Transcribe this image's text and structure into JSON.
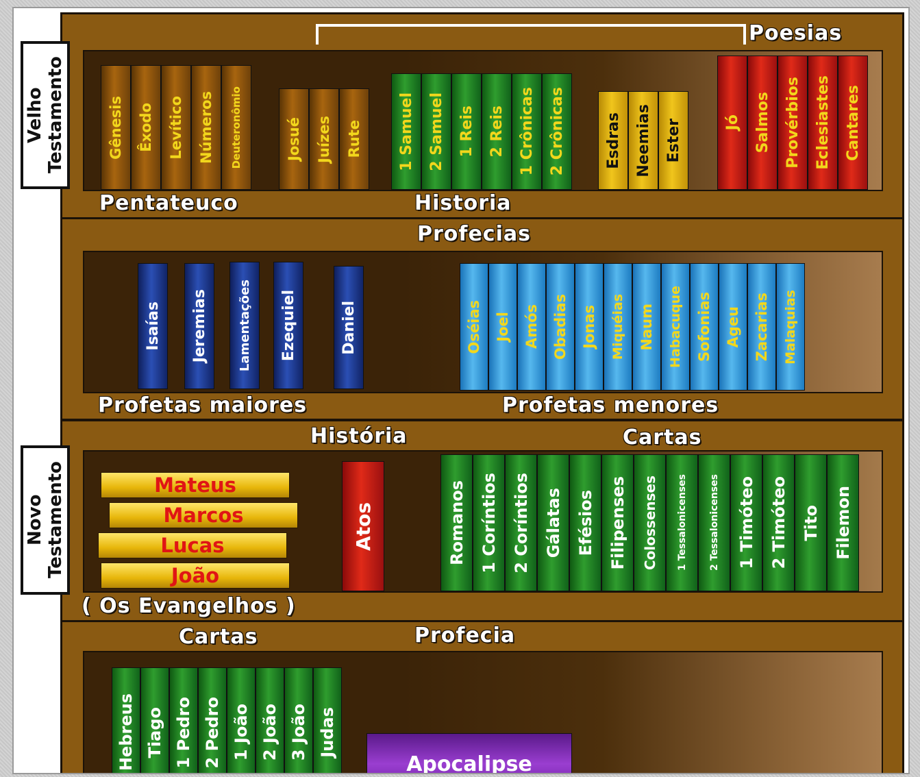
{
  "side_labels": {
    "old": "Velho Testamento",
    "new": "Novo Testamento"
  },
  "shelf1": {
    "label_poesias": "Poesias",
    "label_pentateuco": "Pentateuco",
    "label_historia": "Historia",
    "pentateuco": [
      "Gênesis",
      "Êxodo",
      "Levítico",
      "Números",
      "Deuteronômio"
    ],
    "historia_a": [
      "Josué",
      "Juízes",
      "Rute"
    ],
    "historia_b": [
      "1 Samuel",
      "2 Samuel",
      "1 Reis",
      "2 Reis",
      "1 Crônicas",
      "2 Crônicas"
    ],
    "historia_c": [
      "Esdras",
      "Neemias",
      "Ester"
    ],
    "poesias": [
      "Jó",
      "Salmos",
      "Provérbios",
      "Eclesiastes",
      "Cantares"
    ]
  },
  "shelf2": {
    "label_profecias": "Profecias",
    "label_maiores": "Profetas maiores",
    "label_menores": "Profetas menores",
    "maiores": [
      "Isaías",
      "Jeremias",
      "Lamentações",
      "Ezequiel",
      "Daniel"
    ],
    "menores": [
      "Oséias",
      "Joel",
      "Amós",
      "Obadias",
      "Jonas",
      "Miquéias",
      "Naum",
      "Habacuque",
      "Sofonias",
      "Ageu",
      "Zacarias",
      "Malaquias"
    ]
  },
  "shelf3": {
    "label_historia": "História",
    "label_cartas": "Cartas",
    "label_evangelhos": "( Os Evangelhos )",
    "evangelhos": [
      "Mateus",
      "Marcos",
      "Lucas",
      "João"
    ],
    "atos": "Atos",
    "cartas": [
      "Romanos",
      "1 Coríntios",
      "2 Coríntios",
      "Gálatas",
      "Efésios",
      "Filipenses",
      "Colossenses",
      "1 Tessalonicenses",
      "2 Tessalonicenses",
      "1 Timóteo",
      "2 Timóteo",
      "Tito",
      "Filemon"
    ]
  },
  "shelf4": {
    "label_cartas": "Cartas",
    "label_profecia": "Profecia",
    "cartas": [
      "Hebreus",
      "Tiago",
      "1 Pedro",
      "2 Pedro",
      "1 João",
      "2 João",
      "3 João",
      "Judas"
    ],
    "apocalipse": "Apocalipse"
  }
}
